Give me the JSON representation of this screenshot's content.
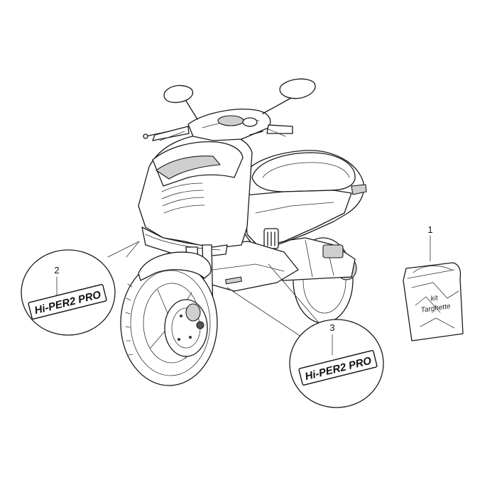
{
  "callouts": [
    {
      "number": "1",
      "part": "kit",
      "label_lines": [
        "kit",
        "Targhette"
      ]
    },
    {
      "number": "2",
      "part": "decal",
      "label": "Hi-PER2 PRO"
    },
    {
      "number": "3",
      "part": "decal",
      "label": "Hi-PER2 PRO"
    }
  ]
}
